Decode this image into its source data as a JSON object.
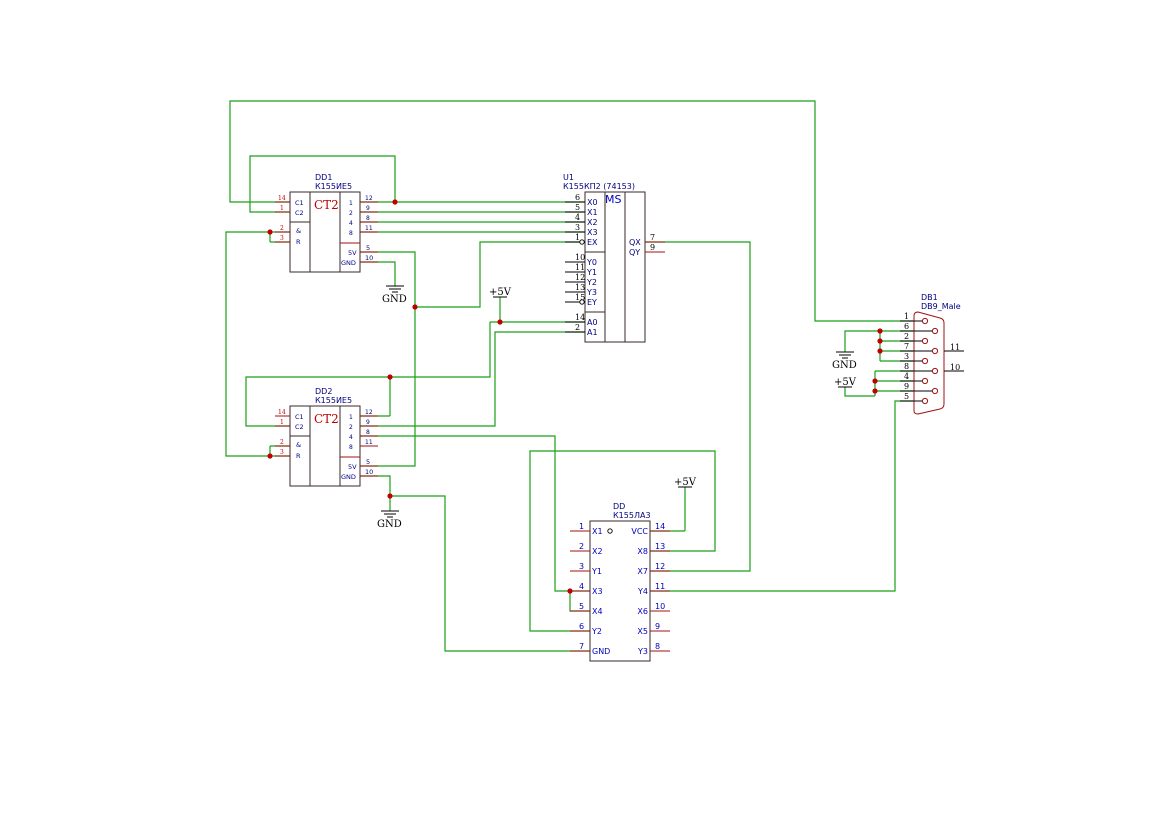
{
  "components": {
    "dd1": {
      "ref": "DD1",
      "value": "К155ИЕ5",
      "kind": "CT2",
      "left_pins": [
        "14",
        "1",
        "2",
        "3"
      ],
      "left_labels": [
        "C1",
        "C2",
        "&",
        "R"
      ],
      "right_nums": [
        "1",
        "2",
        "4",
        "8"
      ],
      "right_pins": [
        "12",
        "9",
        "8",
        "11"
      ],
      "pwr_labels": [
        "5V",
        "GND"
      ],
      "pwr_pins": [
        "5",
        "10"
      ]
    },
    "dd2": {
      "ref": "DD2",
      "value": "К155ИЕ5",
      "kind": "CT2",
      "left_pins": [
        "14",
        "1",
        "2",
        "3"
      ],
      "left_labels": [
        "C1",
        "C2",
        "&",
        "R"
      ],
      "right_nums": [
        "1",
        "2",
        "4",
        "8"
      ],
      "right_pins": [
        "12",
        "9",
        "8",
        "11"
      ],
      "pwr_labels": [
        "5V",
        "GND"
      ],
      "pwr_pins": [
        "5",
        "10"
      ]
    },
    "u1": {
      "ref": "U1",
      "value": "К155КП2 (74153)",
      "kind": "MS",
      "in_labels": [
        "X0",
        "X1",
        "X2",
        "X3",
        "EX",
        "Y0",
        "Y1",
        "Y2",
        "Y3",
        "EY",
        "A0",
        "A1"
      ],
      "in_pins": [
        "6",
        "5",
        "4",
        "3",
        "1",
        "10",
        "11",
        "12",
        "13",
        "15",
        "14",
        "2"
      ],
      "out_labels": [
        "QX",
        "QY"
      ],
      "out_pins": [
        "7",
        "9"
      ]
    },
    "dd": {
      "ref": "DD",
      "value": "К155ЛА3",
      "left_labels": [
        "X1",
        "X2",
        "Y1",
        "X3",
        "X4",
        "Y2",
        "GND"
      ],
      "left_pins": [
        "1",
        "2",
        "3",
        "4",
        "5",
        "6",
        "7"
      ],
      "right_labels": [
        "VCC",
        "X8",
        "X7",
        "Y4",
        "X6",
        "X5",
        "Y3"
      ],
      "right_pins": [
        "14",
        "13",
        "12",
        "11",
        "10",
        "9",
        "8"
      ]
    },
    "db1": {
      "ref": "DB1",
      "value": "DB9_Male",
      "pins": [
        "1",
        "6",
        "2",
        "7",
        "3",
        "8",
        "4",
        "9",
        "5"
      ],
      "shell_pins": [
        "11",
        "10"
      ]
    }
  },
  "power": {
    "gnd": "GND",
    "vcc": "+5V"
  }
}
